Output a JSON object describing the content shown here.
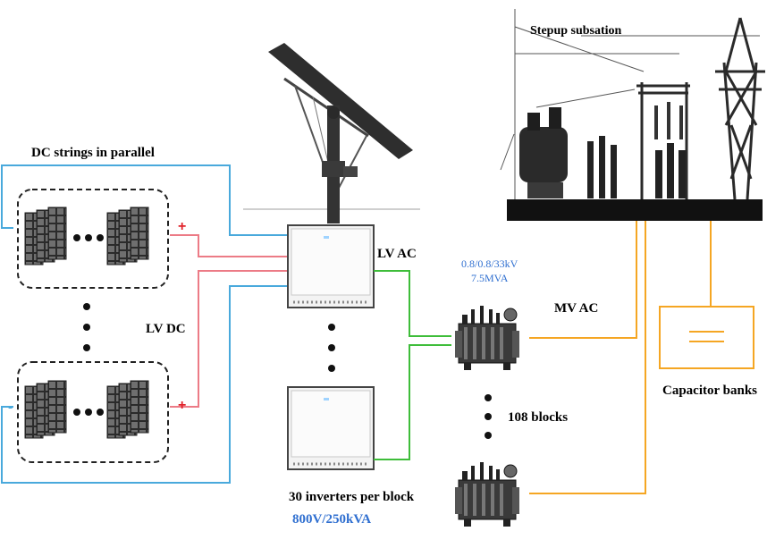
{
  "labels": {
    "dc_strings": "DC strings in parallel",
    "lv_dc": "LV DC",
    "lv_ac": "LV AC",
    "mv_ac": "MV AC",
    "transformer_rating_1": "0.8/0.8/33kV",
    "transformer_rating_2": "7.5MVA",
    "blocks": "108 blocks",
    "inverters_per_block": "30 inverters per block",
    "inverter_rating": "800V/250kVA",
    "capacitor_banks": "Capacitor banks",
    "stepup_substation": "Stepup subsation",
    "minus": "-",
    "plus": "+"
  },
  "colors": {
    "dc_negative": "#49a9dc",
    "dc_positive": "#ec7b86",
    "lv_ac": "#3ebd3a",
    "mv_ac": "#f5a623",
    "accent_blue": "#2f6fd0",
    "plus_red": "#e0222a"
  },
  "icons": {
    "pv_panel": "solar-panel-icon",
    "inverter": "inverter-icon",
    "transformer": "transformer-icon",
    "tracker": "solar-tracker-icon",
    "substation": "substation-icon",
    "capacitor": "capacitor-icon"
  }
}
